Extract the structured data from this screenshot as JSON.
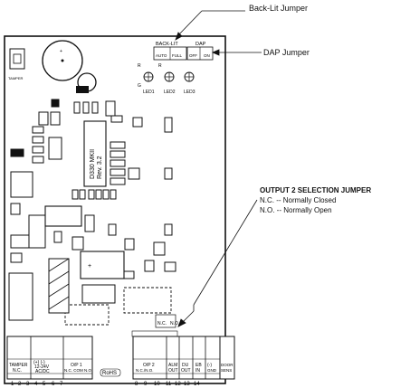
{
  "callouts": {
    "backlit": "Back-Lit Jumper",
    "dap": "DAP Jumper",
    "output2_title": "OUTPUT 2 SELECTION JUMPER",
    "output2_nc": "N.C. -- Normally Closed",
    "output2_no": "N.O. -- Normally Open"
  },
  "board": {
    "model": "D330 MKII",
    "rev": "Rev. 3.2",
    "tamper": "TAMPER",
    "jumpers": {
      "backlit_label": "BACK-LIT",
      "backlit_auto": "AUTO",
      "backlit_full": "FULL",
      "dap_label": "DAP",
      "dap_off": "OFF",
      "dap_on": "ON",
      "nc": "N.C.",
      "no": "N.O."
    },
    "leds": {
      "led1": "LED1",
      "led2": "LED2",
      "led3": "LED3",
      "r": "R",
      "g": "G"
    },
    "rohs": "RoHS",
    "terminal_labels": {
      "tamper_1": "TAMPER",
      "tamper_2": "N.C.",
      "power_1": "(+) (-)",
      "power_2": "12-24V",
      "power_3": "AC/DC",
      "op1_1": "O/P 1",
      "op1_2": "N.C. COM N.O.",
      "op2_1": "O/P 2",
      "op2_2": "N.C./N.O.",
      "alm_1": "ALM",
      "alm_2": "OUT",
      "du_1": "DU",
      "du_2": "OUT",
      "eb_1": "EB",
      "eb_2": "IN",
      "gnd_1": "(-)",
      "gnd_2": "GND",
      "door_1": "DOOR",
      "door_2": "SENS"
    },
    "terminal_numbers": [
      "1",
      "2",
      "3",
      "4",
      "5",
      "6",
      "7",
      "8",
      "9",
      "10",
      "11",
      "12",
      "13",
      "14"
    ]
  }
}
